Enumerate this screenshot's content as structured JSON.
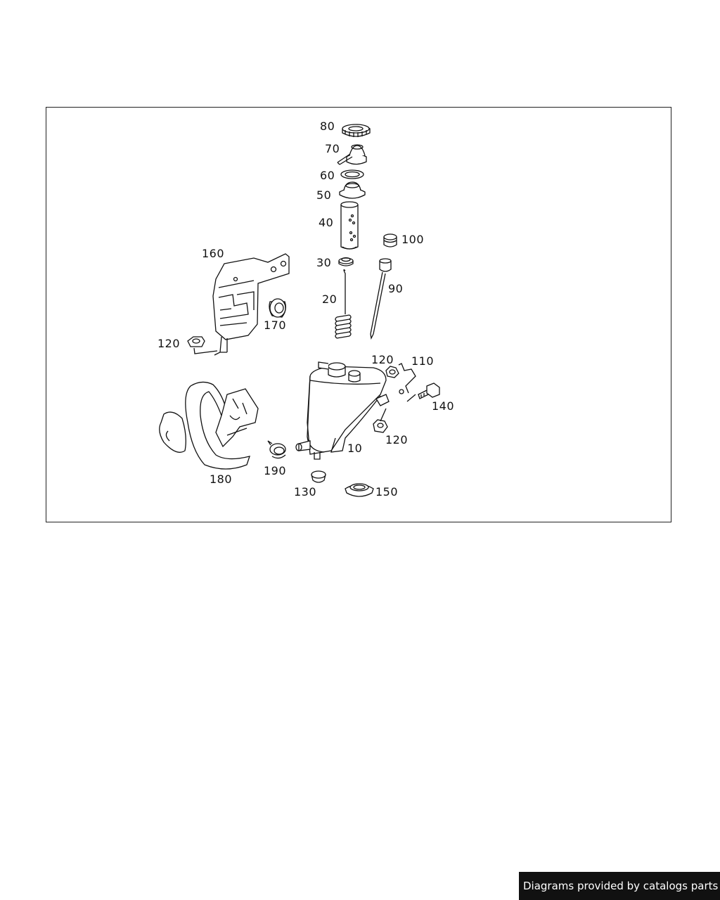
{
  "diagram": {
    "labels": {
      "p10": "10",
      "p20": "20",
      "p30": "30",
      "p40": "40",
      "p50": "50",
      "p60": "60",
      "p70": "70",
      "p80": "80",
      "p90": "90",
      "p100": "100",
      "p110": "110",
      "p120a": "120",
      "p120b": "120",
      "p120c": "120",
      "p130": "130",
      "p140": "140",
      "p150": "150",
      "p160": "160",
      "p170": "170",
      "p180": "180",
      "p190": "190"
    }
  },
  "footer": {
    "credit": "Diagrams provided by catalogs parts"
  },
  "colors": {
    "line": "#111111",
    "background": "#ffffff",
    "banner": "#111111"
  }
}
